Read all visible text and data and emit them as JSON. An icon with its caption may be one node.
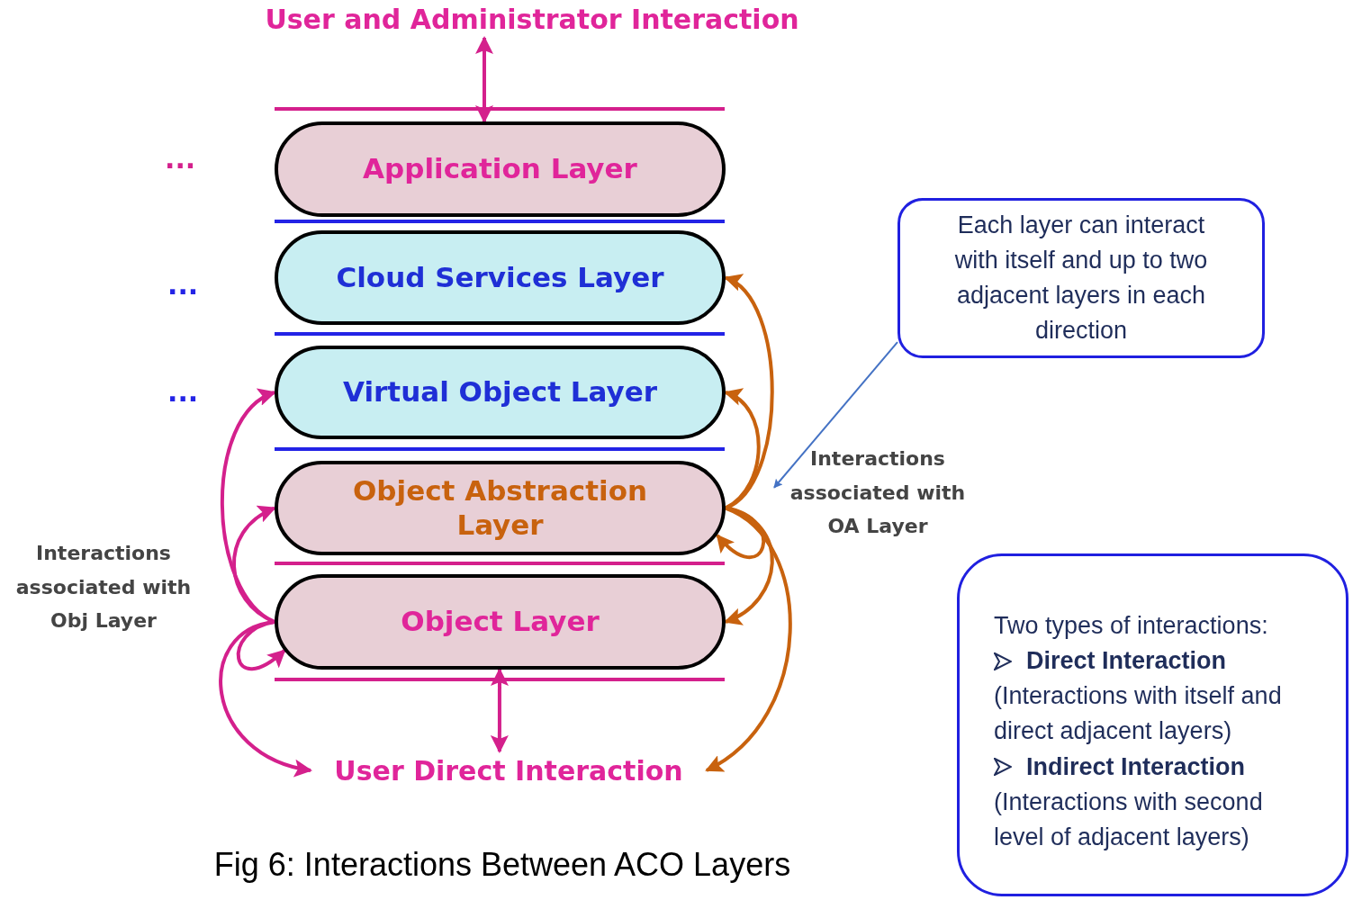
{
  "diagram": {
    "caption": "Fig 6: Interactions Between ACO Layers",
    "nodes": [
      {
        "text": [
          "User and Administrator Interaction"
        ]
      },
      {
        "text": [
          "Application Layer"
        ]
      },
      {
        "text": [
          "Cloud Services Layer"
        ]
      },
      {
        "text": [
          "Virtual Object Layer"
        ]
      },
      {
        "text": [
          "Object Abstraction Layer"
        ]
      },
      {
        "text": [
          "Object Layer"
        ]
      },
      {
        "text": [
          "User Direct Interaction"
        ]
      },
      {
        "text": [
          "Each layer can interact with itself and up to two adjacent layers in each direction"
        ]
      },
      {
        "text": [
          "Interactions associated with OA Layer"
        ]
      },
      {
        "text": [
          "Interactions associated with Obj Layer"
        ]
      },
      {
        "text": [
          "Two types of interactions:",
          "Direct Interaction",
          "(Interactions with itself and direct adjacent layers)",
          "Indirect Interaction",
          "(Interactions with second level of adjacent layers)"
        ]
      }
    ],
    "edges": [
      {
        "from": 0,
        "to": 1,
        "arrow": "both"
      },
      {
        "from": 6,
        "to": 5,
        "arrow": "both"
      },
      {
        "from": 5,
        "to": 3,
        "arrow": "to"
      },
      {
        "from": 5,
        "to": 4,
        "arrow": "to"
      },
      {
        "from": 5,
        "to": 5,
        "arrow": "to"
      },
      {
        "from": 5,
        "to": 6,
        "arrow": "to"
      },
      {
        "from": 4,
        "to": 2,
        "arrow": "to",
        "color": "#c8620e"
      },
      {
        "from": 4,
        "to": 3,
        "arrow": "to",
        "color": "#c8620e"
      },
      {
        "from": 4,
        "to": 4,
        "arrow": "to",
        "color": "#c8620e"
      },
      {
        "from": 4,
        "to": 5,
        "arrow": "to",
        "color": "#c8620e"
      },
      {
        "from": 4,
        "to": 6,
        "arrow": "to",
        "color": "#c8620e"
      },
      {
        "from": 7,
        "to": 8,
        "arrow": "to",
        "color": "#4472c4"
      }
    ],
    "labels": [
      "...",
      "...",
      "..."
    ]
  }
}
